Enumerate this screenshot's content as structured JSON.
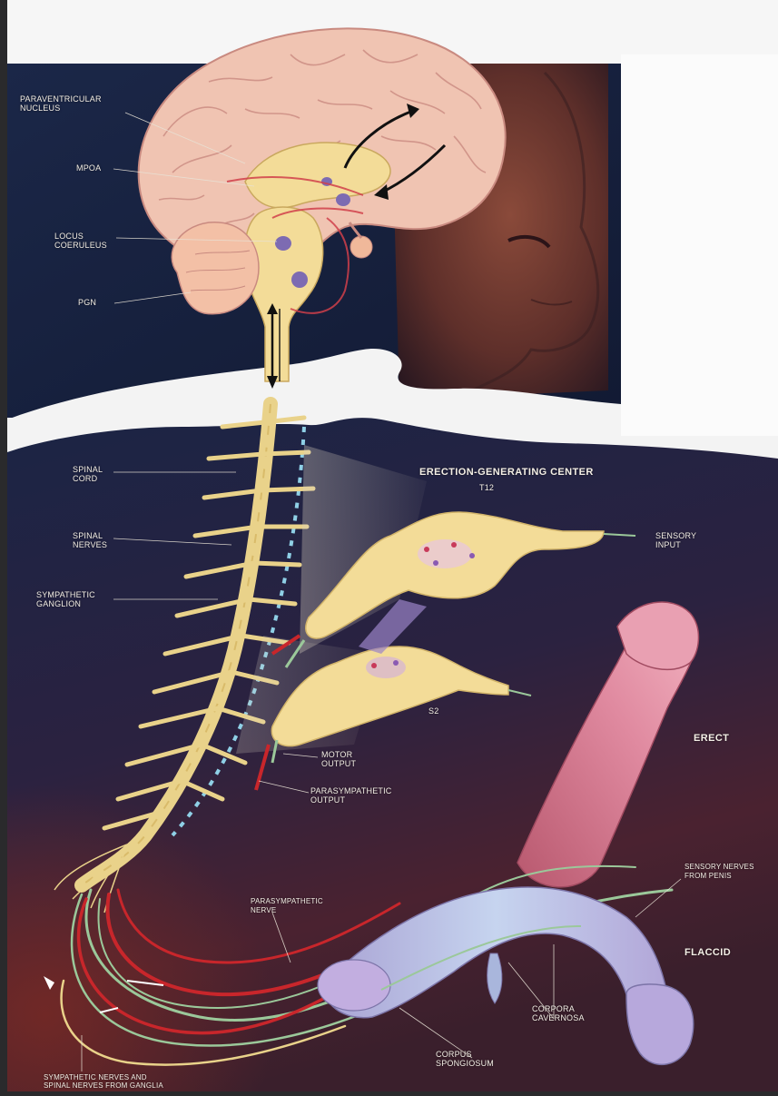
{
  "labels": {
    "paraventricular_nucleus": "PARAVENTRICULAR\nNUCLEUS",
    "mpoa": "MPOA",
    "locus_coeruleus": "LOCUS\nCOERULEUS",
    "pgn": "PGN",
    "spinal_cord": "SPINAL\nCORD",
    "spinal_nerves": "SPINAL\nNERVES",
    "sympathetic_ganglion": "SYMPATHETIC\nGANGLION",
    "erection_generating_center": "ERECTION-GENERATING CENTER",
    "t12": "T12",
    "sensory_input": "SENSORY\nINPUT",
    "s2": "S2",
    "motor_output": "MOTOR\nOUTPUT",
    "parasympathetic_output": "PARASYMPATHETIC\nOUTPUT",
    "erect": "ERECT",
    "sensory_nerves": "SENSORY NERVES\nFROM PENIS",
    "parasympathetic_nerve": "PARASYMPATHETIC\nNERVE",
    "flaccid": "FLACCID",
    "corpora_cavernosa": "CORPORA\nCAVERNOSA",
    "corpus_spongiosum": "CORPUS\nSPONGIOSUM",
    "sympathetic_bottom": "SYMPATHETIC NERVES AND\nSPINAL NERVES FROM GANGLIA"
  },
  "colors": {
    "brain": "#f0c6b4",
    "limbic": "#f3dc98",
    "nerve_yellow": "#e9d28a",
    "nerve_red": "#c8262b",
    "nerve_green": "#9bc89a",
    "spinal_blue": "#8fd0e6",
    "background_top": "#17213f",
    "background_bottom": "#2c1e33",
    "skin": "#6e3c32",
    "white_band": "#f4f4f4",
    "penis_erect": "#d97a93",
    "penis_flaccid": "#b8c2e2"
  }
}
